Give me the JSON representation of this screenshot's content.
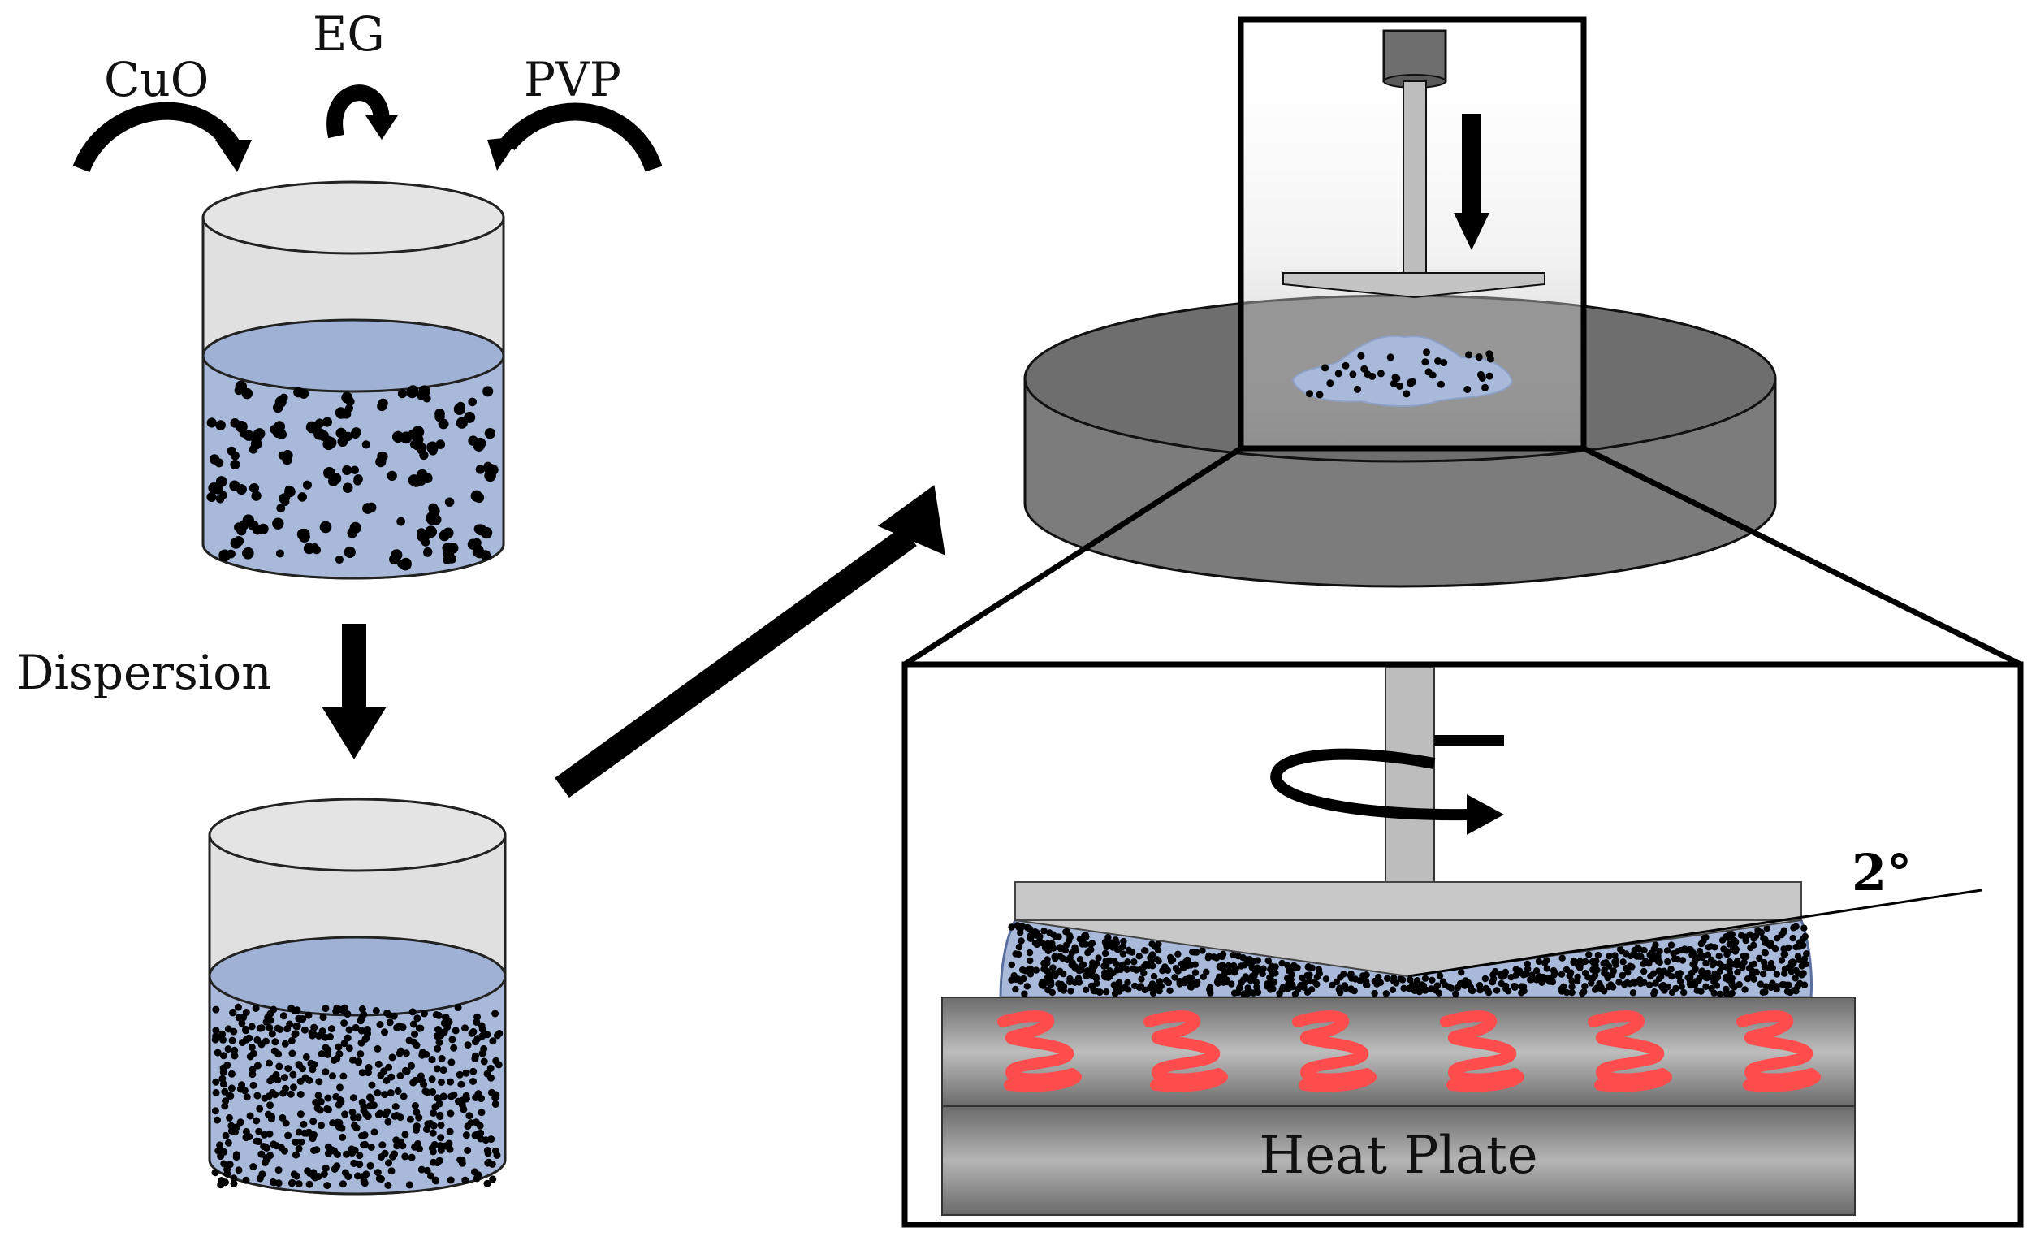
{
  "labels": {
    "cuo": "CuO",
    "eg": "EG",
    "pvp": "PVP",
    "dispersion": "Dispersion",
    "angle": "2°",
    "heat_plate": "Heat Plate"
  },
  "colors": {
    "liquid": "#a9b9d9",
    "liquid_top": "#9fb2d6",
    "glass": "#e0e0e0",
    "particle": "#000000",
    "disk_top": "#6e6e6e",
    "disk_side": "#7c7c7c",
    "shaft": "#bdbdbd",
    "heat_coil": "#ff4c4c",
    "plate_dark": "#6f6f6f",
    "plate_light": "#b8b8b8"
  }
}
